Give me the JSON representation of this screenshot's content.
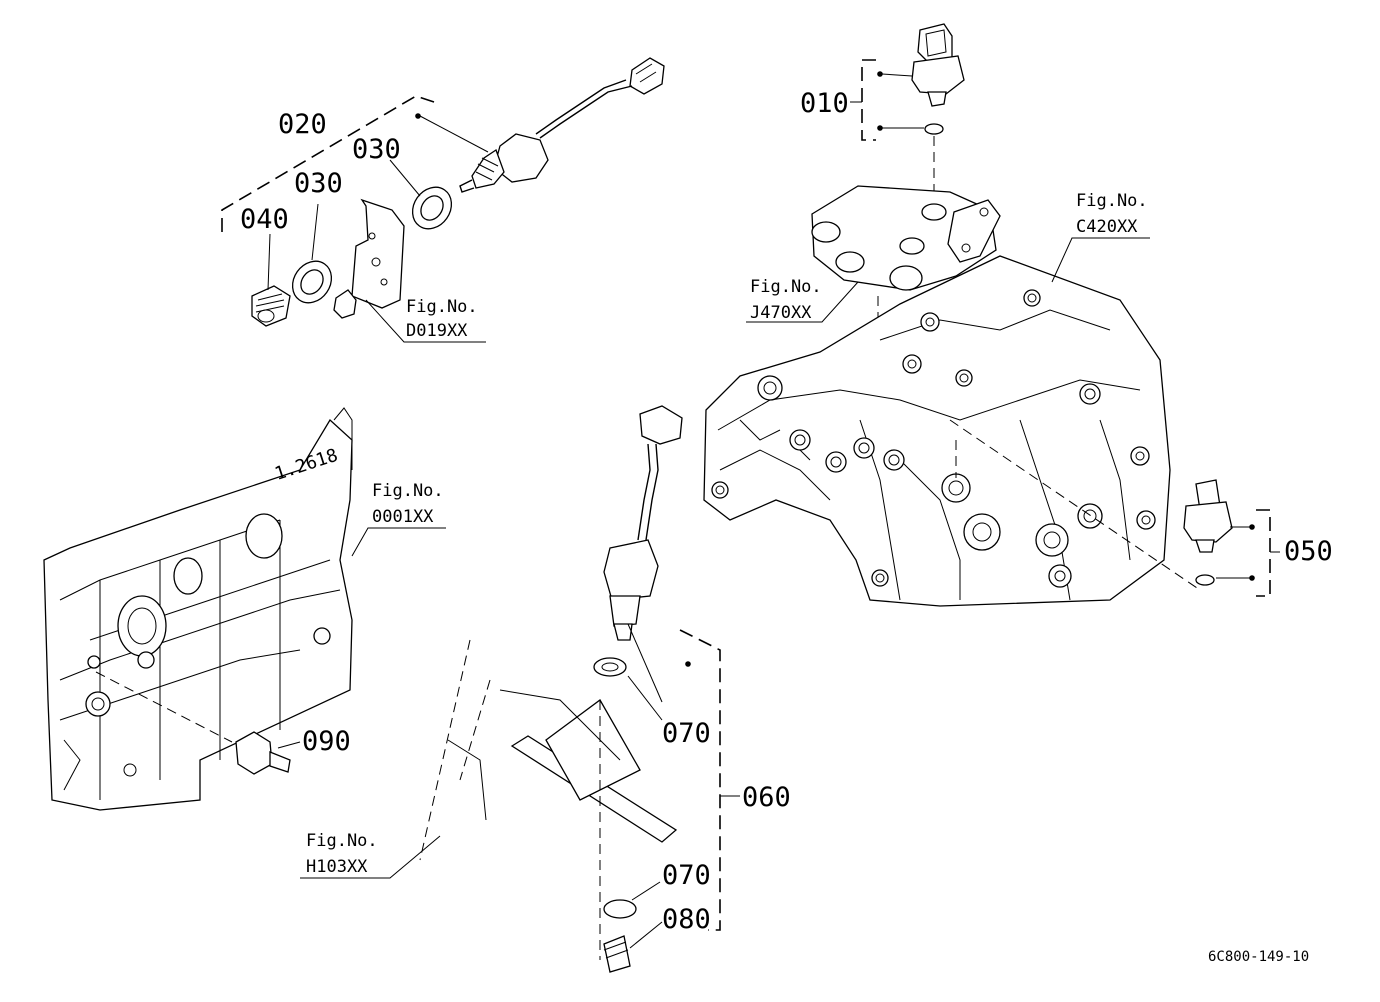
{
  "diagram": {
    "drawing_code": "6C800-149-10",
    "callouts": {
      "c010": "010",
      "c020": "020",
      "c030a": "030",
      "c030b": "030",
      "c040": "040",
      "c050": "050",
      "c060": "060",
      "c070a": "070",
      "c070b": "070",
      "c080": "080",
      "c090": "090"
    },
    "fig_refs": {
      "d019": {
        "line1": "Fig.No.",
        "line2": "D019XX"
      },
      "c420": {
        "line1": "Fig.No.",
        "line2": "C420XX"
      },
      "j470": {
        "line1": "Fig.No.",
        "line2": "J470XX"
      },
      "f0001": {
        "line1": "Fig.No.",
        "line2": "0001XX"
      },
      "h103": {
        "line1": "Fig.No.",
        "line2": "H103XX"
      }
    },
    "casting_mark": "1.2618"
  }
}
